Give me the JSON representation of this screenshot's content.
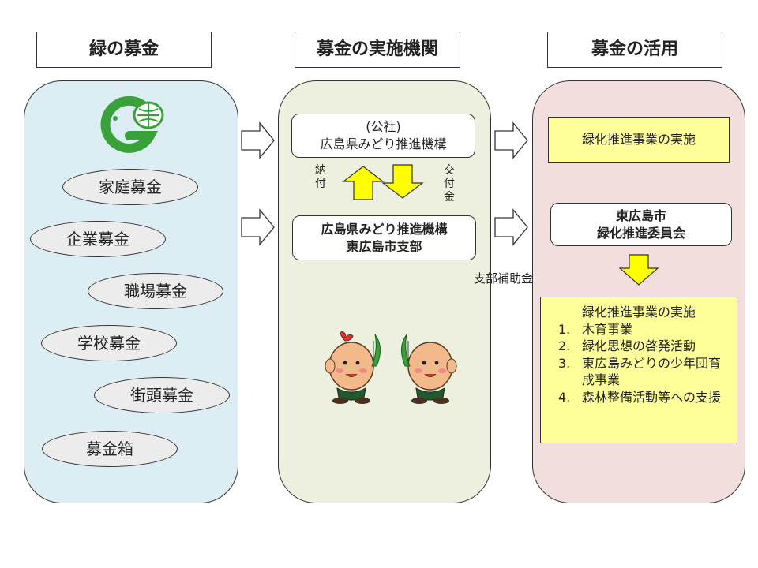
{
  "headers": {
    "left": "緑の募金",
    "middle": "募金の実施機関",
    "right": "募金の活用"
  },
  "donation_types": [
    "家庭募金",
    "企業募金",
    "職場募金",
    "学校募金",
    "街頭募金",
    "募金箱"
  ],
  "middle": {
    "top_box_line1": "(公社)",
    "top_box_line2": "広島県みどり推進機構",
    "left_arrow_label": [
      "納",
      "付"
    ],
    "right_arrow_label": [
      "交",
      "付",
      "金"
    ],
    "bottom_box_line1": "広島県みどり推進機構",
    "bottom_box_line2": "東広島市支部",
    "subsidy_label": "支部補助金"
  },
  "right": {
    "top_box": "緑化推進事業の実施",
    "committee_line1": "東広島市",
    "committee_line2": "緑化推進委員会",
    "detail_title": "緑化推進事業の実施",
    "items": [
      {
        "num": "1.",
        "text": "木育事業"
      },
      {
        "num": "2.",
        "text": "緑化思想の啓発活動"
      },
      {
        "num": "3.",
        "text": "東広島みどりの少年団育成事業"
      },
      {
        "num": "4.",
        "text": "森林整備活動等への支援"
      }
    ]
  },
  "colors": {
    "left_panel": "#dcedf3",
    "middle_panel": "#eef0df",
    "right_panel": "#f3dede",
    "yellow_box": "#ffff99",
    "yellow_arrow": "#ffff00",
    "logo_green": "#3aa03a"
  },
  "icons": {
    "logo": "green-fund-g-logo",
    "mascots": "seedling-mascot-characters"
  }
}
